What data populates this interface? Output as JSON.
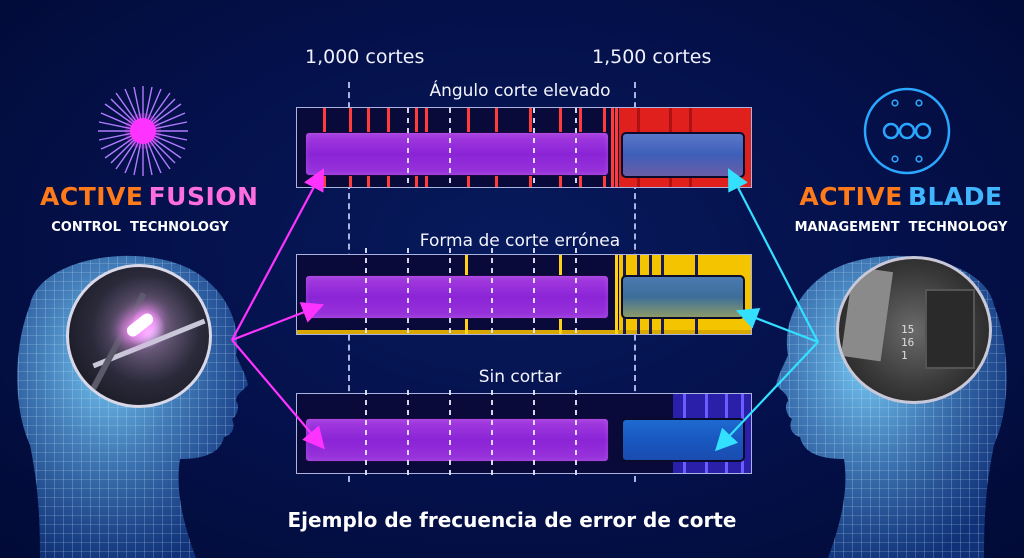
{
  "axis": {
    "marker_1": "1,000 cortes",
    "marker_2": "1,500 cortes"
  },
  "rows": [
    {
      "label": "Ángulo corte elevado",
      "highlight_color": "#e0201c",
      "stripe_color": "#ff3b3b"
    },
    {
      "label": "Forma de corte errónea",
      "highlight_color": "#f5c400",
      "stripe_color": "#ffd21a"
    },
    {
      "label": "Sin cortar",
      "highlight_color": "#2a1fa8",
      "stripe_color": "#6a5cff"
    }
  ],
  "left_brand": {
    "word1": "ACTIVE",
    "word2": "FUSION",
    "subtitle": "CONTROL  TECHNOLOGY",
    "word1_color": "#ff7a1a",
    "word2_color": "#ff6ee0",
    "arrow_color": "#ff33ff",
    "icon": "starburst-icon"
  },
  "right_brand": {
    "word1": "ACTIVE",
    "word2": "BLADE",
    "subtitle": "MANAGEMENT  TECHNOLOGY",
    "word1_color": "#ff7a1a",
    "word2_color": "#3fb6ff",
    "arrow_color": "#33e0ff",
    "icon": "blade-disc-icon"
  },
  "caption": "Ejemplo de frecuencia de error de corte"
}
